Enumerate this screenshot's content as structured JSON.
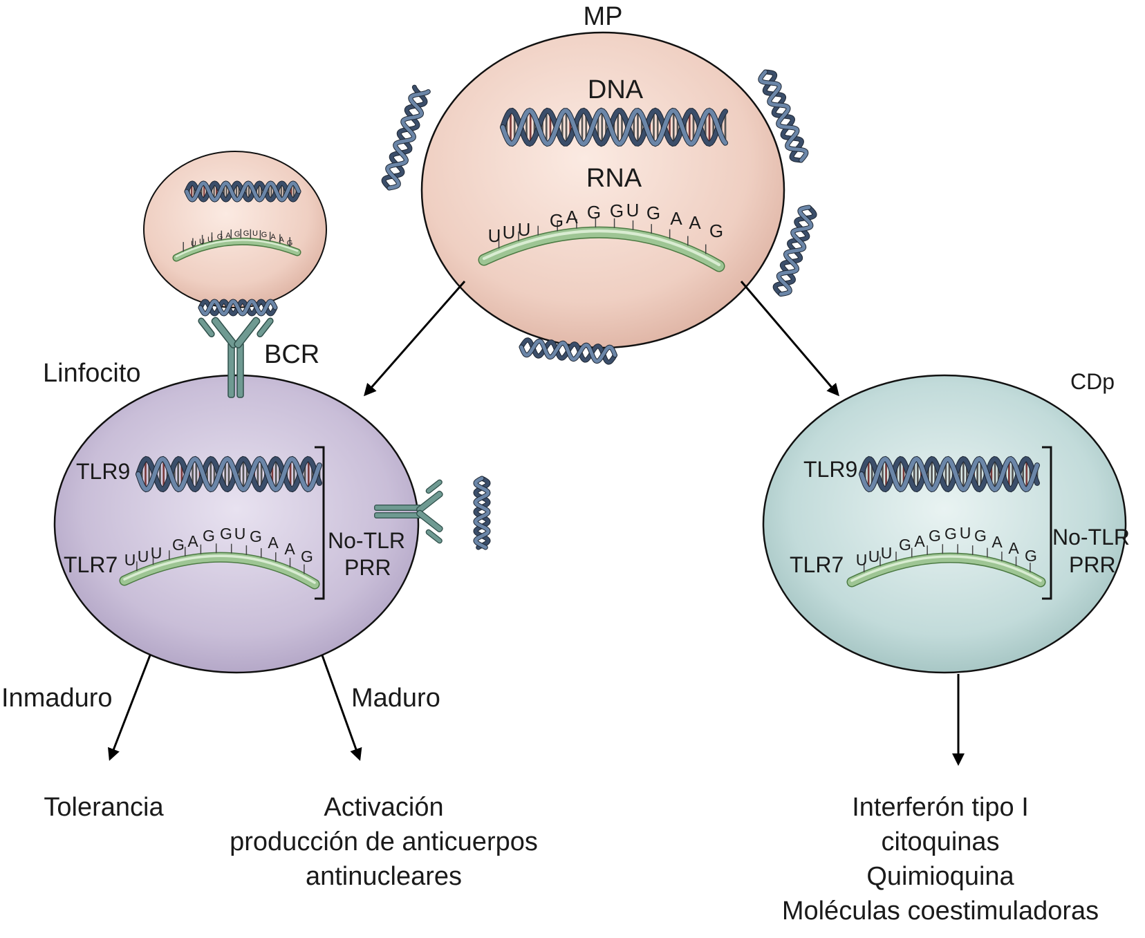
{
  "colors": {
    "mp_cell": "#eccbbd",
    "lymphocyte_cell": "#c8bcd7",
    "pdc_cell": "#bfd7d6",
    "rna_strand": "#9ec594",
    "dna_helix": "#3b4e6a",
    "receptor": "#6f9a92"
  },
  "labels": {
    "mp": "MP",
    "dna": "DNA",
    "rna": "RNA",
    "bcr": "BCR",
    "linfocito": "Linfocito",
    "cdp": "CDp",
    "tlr9": "TLR9",
    "tlr7": "TLR7",
    "no_tlr": "No-TLR",
    "prr": "PRR",
    "inmaduro": "Inmaduro",
    "maduro": "Maduro"
  },
  "rna_sequence": [
    "U",
    "U",
    "U",
    "G",
    "A",
    "G",
    "G",
    "U",
    "G",
    "A",
    "A",
    "G"
  ],
  "outcomes": {
    "tolerancia": "Tolerancia",
    "activacion": [
      "Activación",
      "producción de anticuerpos",
      "antinucleares"
    ],
    "pdc_response": [
      "Interferón tipo I",
      "citoquinas",
      "Quimioquina",
      "Moléculas coestimuladoras"
    ]
  }
}
